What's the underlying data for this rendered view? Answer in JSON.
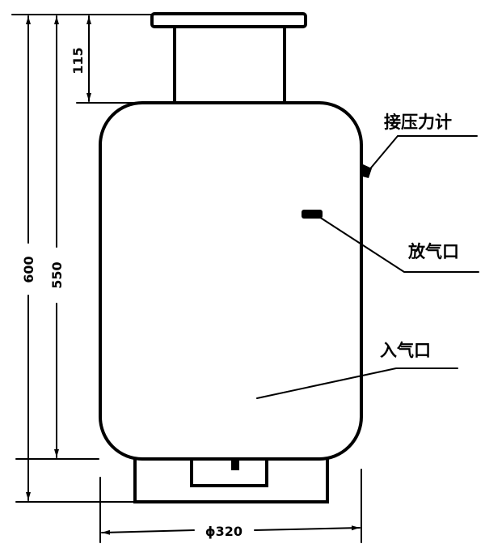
{
  "dimensions": {
    "total_height": "600",
    "body_height": "550",
    "top_neck_height": "115",
    "diameter": "ϕ320"
  },
  "labels": {
    "pressure_gauge": "接压力计",
    "vent_port": "放气口",
    "inlet_port": "入气口"
  },
  "colors": {
    "line": "#000000",
    "background": "#ffffff"
  }
}
